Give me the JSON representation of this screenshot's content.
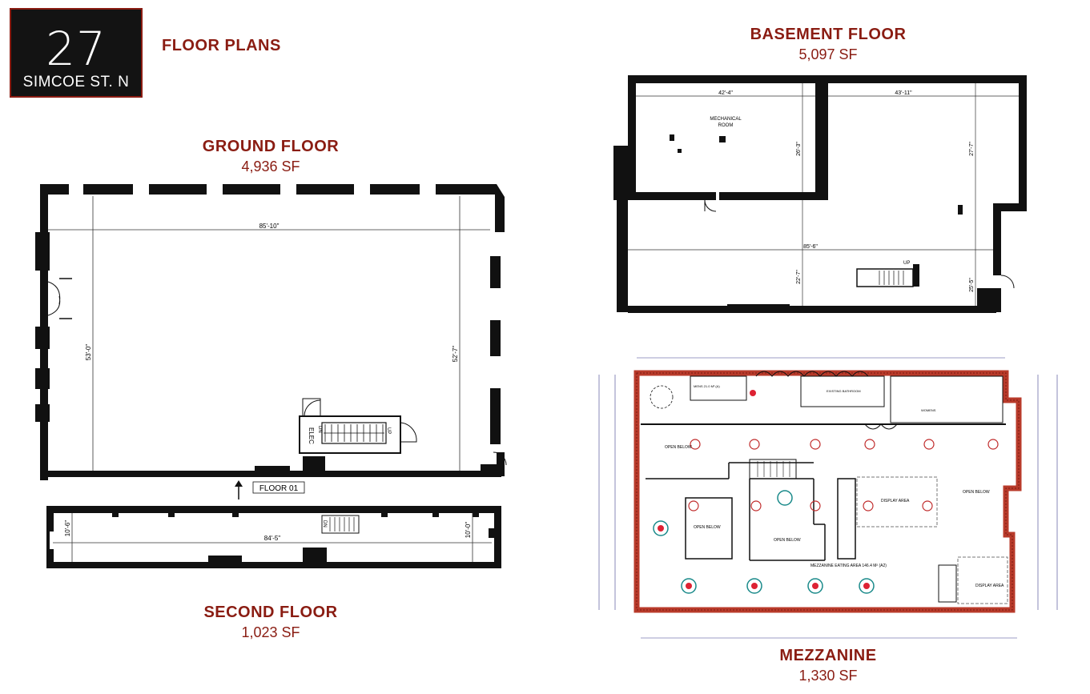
{
  "logo": {
    "number": "27",
    "street": "SIMCOE ST. N"
  },
  "doc_title": "FLOOR PLANS",
  "ground": {
    "title": "GROUND FLOOR",
    "area": "4,936 SF",
    "dim_width": "85'-10\"",
    "dim_left": "53'-0\"",
    "dim_right": "52'-7\"",
    "elec": "ELEC",
    "dn": "DN",
    "up": "UP"
  },
  "floor_marker": "FLOOR 01",
  "second": {
    "title": "SECOND FLOOR",
    "area": "1,023 SF",
    "dim_width": "84'-5\"",
    "dim_left": "10'-6\"",
    "dim_right": "10'-0\"",
    "dn": "DN"
  },
  "basement": {
    "title": "BASEMENT FLOOR",
    "area": "5,097 SF",
    "dim_top_left": "42'-4\"",
    "dim_top_right": "43'-11\"",
    "room_line1": "MECHANICAL",
    "room_line2": "ROOM",
    "dim_mech_h": "26'-3\"",
    "dim_right_h": "27'-7\"",
    "dim_width": "85'-6\"",
    "dim_lower_mid": "22'-7\"",
    "dim_lower_right": "25'-5\"",
    "up": "UP"
  },
  "mezzanine": {
    "title": "MEZZANINE",
    "area": "1,330 SF",
    "labels": {
      "open_below": "OPEN BELOW",
      "display_area": "DISPLAY AREA",
      "existing_bathroom": "EXISTING BATHROOM",
      "mens": "MENS 21.0 M² (A)",
      "womens": "WOMENS",
      "eating_area": "MEZZANINE EATING AREA 146.4 M² (A2)"
    }
  }
}
